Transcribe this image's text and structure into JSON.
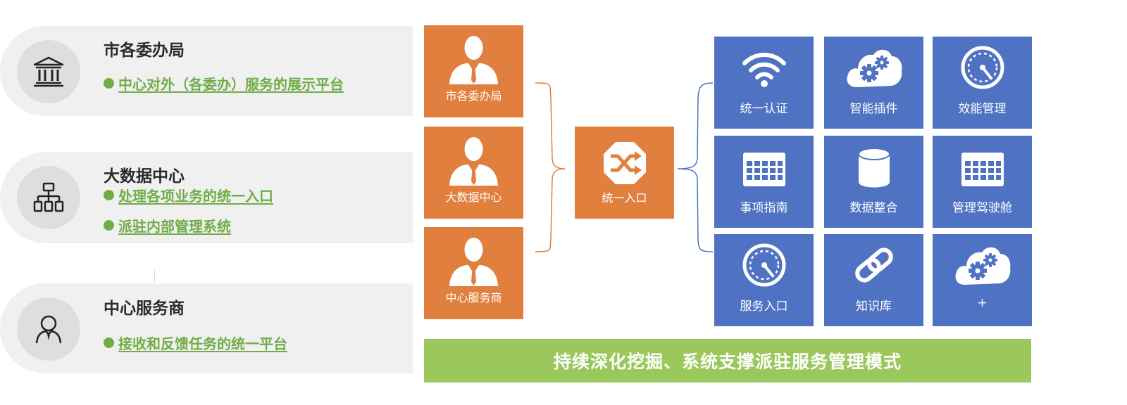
{
  "roles": [
    {
      "title": "市各委办局",
      "icon": "building-icon",
      "items": [
        "中心对外（各委办）服务的展示平台"
      ]
    },
    {
      "title": "大数据中心",
      "icon": "org-chart-icon",
      "items": [
        "处理各项业务的统一入口",
        "派驻内部管理系统"
      ]
    },
    {
      "title": "中心服务商",
      "icon": "person-outline-icon",
      "items": [
        "接收和反馈任务的统一平台"
      ]
    }
  ],
  "user_tiles": [
    "市各委办局",
    "大数据中心",
    "中心服务商"
  ],
  "entry": {
    "label": "统一入口",
    "icon": "shuffle-octagon-icon"
  },
  "modules": [
    {
      "label": "统一认证",
      "icon": "wifi-icon"
    },
    {
      "label": "智能插件",
      "icon": "cloud-gears-icon"
    },
    {
      "label": "效能管理",
      "icon": "gauge-icon"
    },
    {
      "label": "事项指南",
      "icon": "calendar-grid-icon"
    },
    {
      "label": "数据整合",
      "icon": "database-icon"
    },
    {
      "label": "管理驾驶舱",
      "icon": "calendar-grid-icon"
    },
    {
      "label": "服务入口",
      "icon": "gauge-icon"
    },
    {
      "label": "知识库",
      "icon": "link-icon"
    },
    {
      "label": "+",
      "icon": "cloud-gears-icon"
    }
  ],
  "banner": "持续深化挖掘、系统支撑派驻服务管理模式",
  "colors": {
    "orange": "#e07f3e",
    "blue": "#4f72c2",
    "green": "#9bc85c",
    "green_text": "#70ad47",
    "panel": "#f0f0f0"
  }
}
